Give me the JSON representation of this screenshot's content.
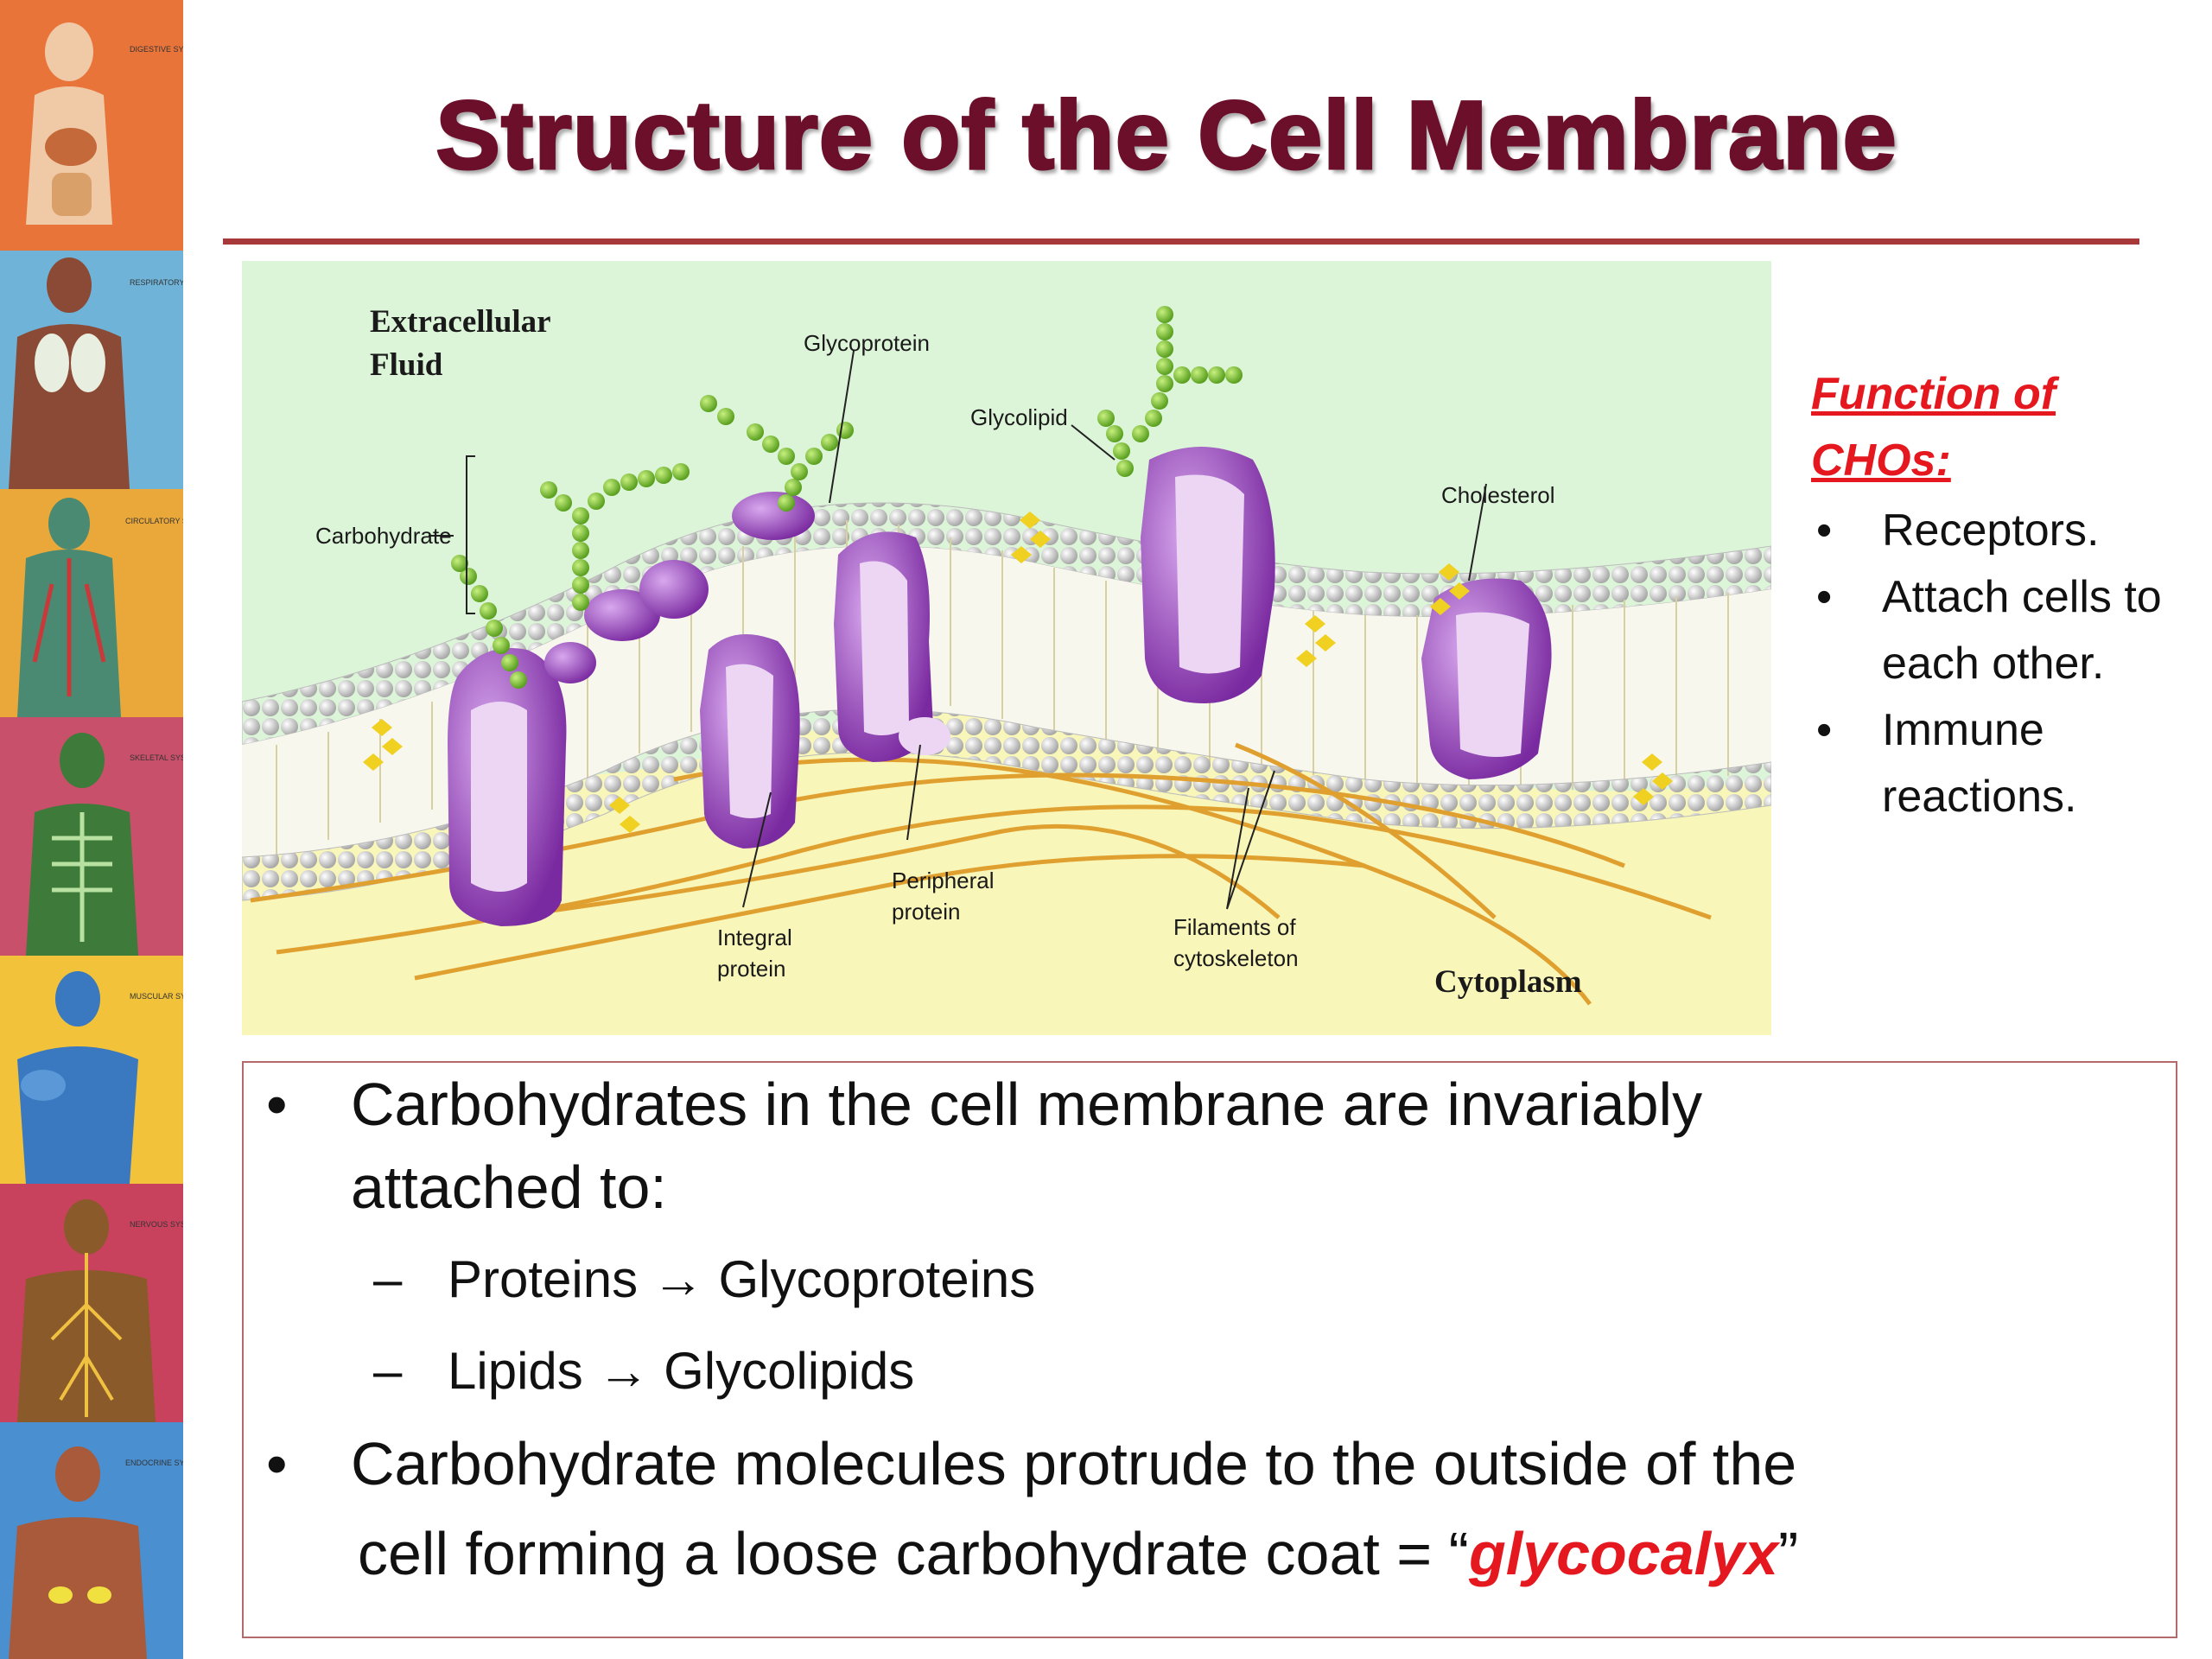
{
  "slide": {
    "title": "Structure of the Cell Membrane"
  },
  "body_systems_strip": {
    "panels": [
      {
        "caption": "DIGESTIVE SYSTEM",
        "color": "#e8743a"
      },
      {
        "caption": "RESPIRATORY SYSTEM",
        "color": "#6fb4d8"
      },
      {
        "caption": "CIRCULATORY SYSTEM",
        "color": "#eaa83a"
      },
      {
        "caption": "SKELETAL SYSTEM",
        "color": "#c8506a"
      },
      {
        "caption": "MUSCULAR SYSTEM",
        "color": "#f2c23a"
      },
      {
        "caption": "NERVOUS SYSTEM",
        "color": "#c8425e"
      },
      {
        "caption": "ENDOCRINE SYSTEM",
        "color": "#4a8fcf"
      }
    ]
  },
  "diagram": {
    "labels": {
      "extracellular": "Extracellular",
      "fluid": "Fluid",
      "glycoprotein": "Glycoprotein",
      "glycolipid": "Glycolipid",
      "carbohydrate": "Carbohydrate",
      "cholesterol": "Cholesterol",
      "peripheral_1": "Peripheral",
      "peripheral_2": "protein",
      "integral_1": "Integral",
      "integral_2": "protein",
      "filaments_1": "Filaments of",
      "filaments_2": "cytoskeleton",
      "cytoplasm": "Cytoplasm"
    },
    "colors": {
      "extracellular_bg": "#dcf5d8",
      "cytoplasm_bg": "#f8f6b8",
      "protein": "#9b3fc0",
      "carbohydrate": "#8ed23a",
      "filament": "#e0a030"
    }
  },
  "functions": {
    "title": "Function of CHOs:",
    "items": [
      "Receptors.",
      "Attach cells to each other.",
      "Immune reactions."
    ],
    "title_color": "#e4181e"
  },
  "main_box": {
    "bullet_1": "Carbohydrates in the cell membrane are invariably",
    "bullet_1_cont": "attached to:",
    "sub_1": "Proteins → Glycoproteins",
    "sub_2": "Lipids → Glycolipids",
    "bullet_2": "Carbohydrate molecules protrude to the outside of the",
    "bullet_2_cont_prefix": "cell forming a loose carbohydrate coat = “",
    "bullet_2_highlight": "glycocalyx",
    "bullet_2_suffix": "”"
  }
}
